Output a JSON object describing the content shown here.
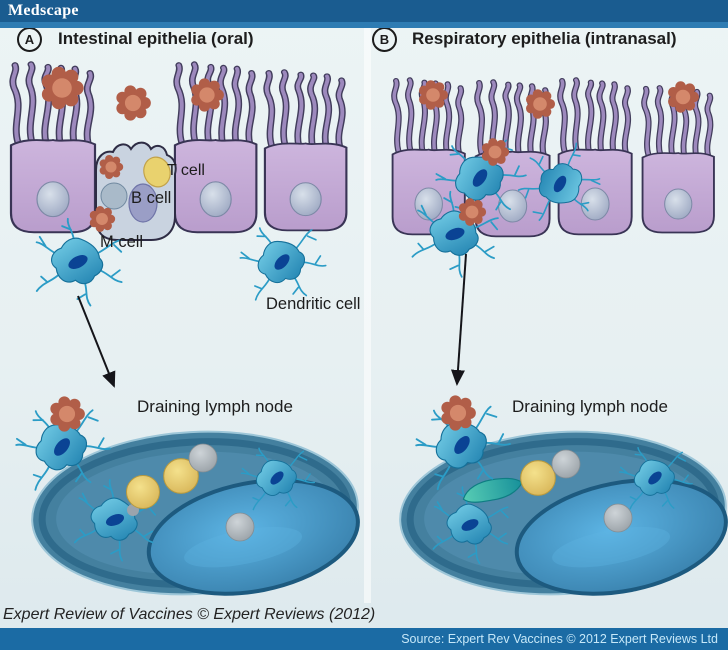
{
  "header": {
    "logo": "Medscape"
  },
  "panels": [
    {
      "badge": "A",
      "title": "Intestinal epithelia (oral)",
      "labels": {
        "t_cell": "T cell",
        "b_cell": "B cell",
        "m_cell": "M cell",
        "dendritic_cell": "Dendritic cell",
        "lymph_node": "Draining lymph node"
      }
    },
    {
      "badge": "B",
      "title": "Respiratory epithelia (intranasal)",
      "labels": {
        "lymph_node": "Draining lymph node"
      }
    }
  ],
  "footer": {
    "credit": "Expert Review of Vaccines © Expert Reviews (2012)",
    "source": "Source: Expert Rev Vaccines © 2012 Expert Reviews Ltd"
  },
  "colors": {
    "top_bar": "#1a5c90",
    "top_stripe": "#2e7cb3",
    "bottom_bar": "#1b6ba4",
    "background": "#e8f1f2",
    "epithelium_purple": "#c3a9d4",
    "virus_red": "#b15e48",
    "dendritic_blue": "#3aa6cf",
    "lymph_node_blue": "#44809f",
    "t_cell_yellow": "#e8d06e",
    "b_cell_gray": "#9a9ec4",
    "teal_cell": "#2fa98e"
  }
}
